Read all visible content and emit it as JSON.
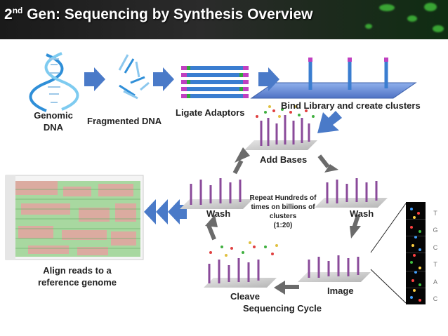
{
  "slide": {
    "title_sup": "nd",
    "title_rest": " Gen: Sequencing by Synthesis Overview",
    "title_lead": "2"
  },
  "steps": {
    "genomic_line1": "Genomic",
    "genomic_line2": "DNA",
    "fragmented": "Fragmented DNA",
    "ligate": "Ligate Adaptors",
    "bind": "Bind Library and create clusters",
    "add_bases": "Add Bases",
    "wash_left": "Wash",
    "wash_right": "Wash",
    "image": "Image",
    "cleave": "Cleave",
    "cycle": "Sequencing Cycle",
    "align_line1": "Align reads to a",
    "align_line2": "reference genome"
  },
  "repeat_note": {
    "line1": "Repeat Hundreds of",
    "line2": "times on billions of",
    "line3": "clusters",
    "line4": "(1:20)"
  },
  "base_letters": [
    "T",
    "G",
    "C",
    "T",
    "A",
    "C"
  ],
  "colors": {
    "arrow_blue": "#4a7ac8",
    "cycle_arrow_gray": "#6b6b6b",
    "flowcell_blue": "#6b8fd6",
    "heatmap_green": "#a8d8a0",
    "heatmap_pink": "#e8a0a0"
  }
}
